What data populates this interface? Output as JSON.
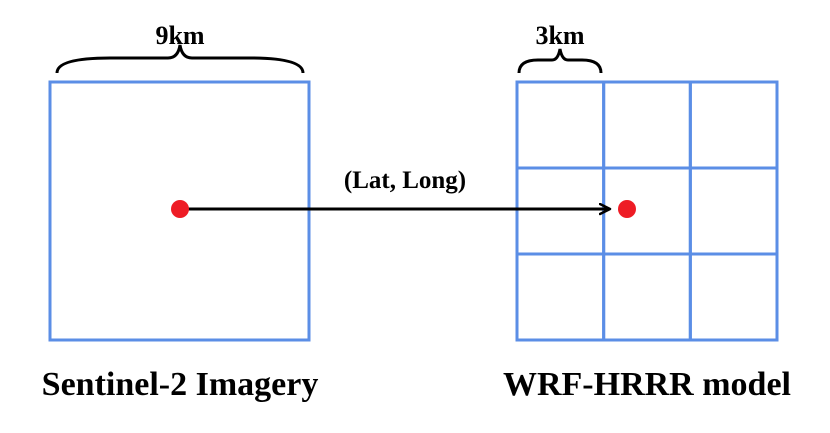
{
  "diagram": {
    "left_scale_label": "9km",
    "right_scale_label": "3km",
    "arrow_label": "(Lat, Long)",
    "left_caption": "Sentinel-2 Imagery",
    "right_caption": "WRF-HRRR model",
    "grid": {
      "rows": 3,
      "cols": 3
    }
  },
  "colors": {
    "grid_line": "#5b8ee6",
    "point": "#ee1c25",
    "arrow": "#000000",
    "text": "#000000"
  }
}
